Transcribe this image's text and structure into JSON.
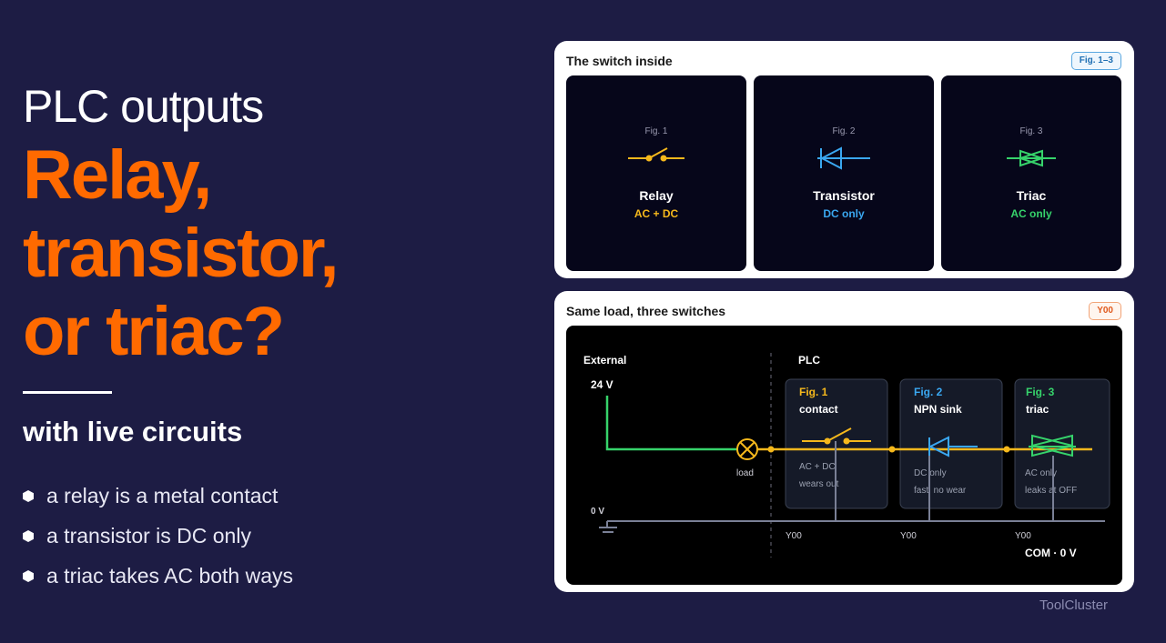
{
  "left": {
    "title_line1": "PLC outputs",
    "title_line2a": "Relay, transistor,",
    "title_line2b": "or triac?",
    "subtitle": "with live circuits",
    "bullets": [
      "a relay is a metal contact",
      "a transistor is DC only",
      "a triac takes AC both ways"
    ]
  },
  "switch_panel": {
    "title": "The switch inside",
    "tag": "Fig. 1–3",
    "cards": [
      {
        "fig": "Fig. 1",
        "name": "Relay",
        "sub": "AC + DC",
        "color": "#f5b81c",
        "icon": "relay-contact-icon"
      },
      {
        "fig": "Fig. 2",
        "name": "Transistor",
        "sub": "DC only",
        "color": "#3aa7f0",
        "icon": "transistor-diode-icon"
      },
      {
        "fig": "Fig. 3",
        "name": "Triac",
        "sub": "AC only",
        "color": "#36d36b",
        "icon": "triac-icon"
      }
    ]
  },
  "circuit_panel": {
    "title": "Same load, three switches",
    "tag": "Y00",
    "external_label": "External",
    "plc_label": "PLC",
    "supply": "24 V",
    "zero": "0 V",
    "load": "load",
    "com": "COM · 0 V",
    "outputs": [
      {
        "fig": "Fig. 1",
        "name": "contact",
        "line1": "AC + DC",
        "line2": "wears out",
        "pin": "Y00",
        "color": "#f5b81c"
      },
      {
        "fig": "Fig. 2",
        "name": "NPN sink",
        "line1": "DC only",
        "line2": "fast, no wear",
        "pin": "Y00",
        "color": "#3aa7f0"
      },
      {
        "fig": "Fig. 3",
        "name": "triac",
        "line1": "AC only",
        "line2": "leaks at OFF",
        "pin": "Y00",
        "color": "#36d36b"
      }
    ],
    "colors": {
      "wire": "#f5b81c",
      "supply_wire": "#36d36b",
      "rail": "#7a8096"
    }
  },
  "brand": "ToolCluster"
}
